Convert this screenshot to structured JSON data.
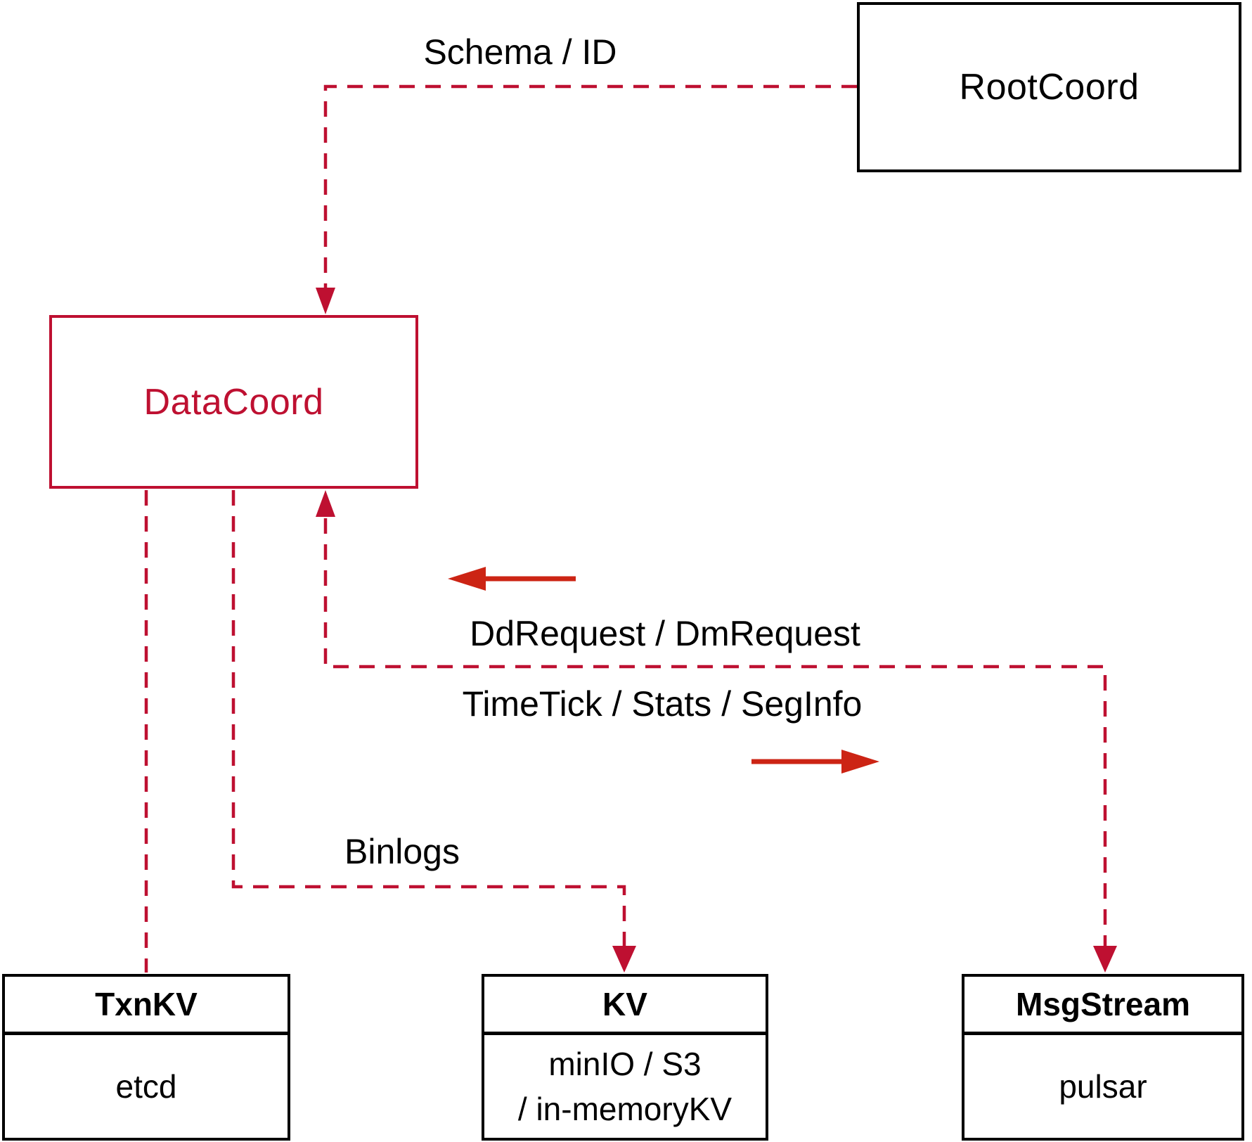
{
  "diagram": {
    "nodes": {
      "rootcoord": {
        "label": "RootCoord"
      },
      "datacoord": {
        "label": "DataCoord"
      },
      "txnkv": {
        "title": "TxnKV",
        "subtitle": "etcd"
      },
      "kv": {
        "title": "KV",
        "subtitle_line1": "minIO / S3",
        "subtitle_line2": "/ in-memoryKV"
      },
      "msgstream": {
        "title": "MsgStream",
        "subtitle": "pulsar"
      }
    },
    "edge_labels": {
      "schema_id": "Schema / ID",
      "dd_request": "DdRequest / DmRequest",
      "time_tick": "TimeTick / Stats / SegInfo",
      "binlogs": "Binlogs"
    },
    "colors": {
      "line_red": "#BE1031",
      "arrow_red": "#CC2414",
      "box_black": "#000000",
      "text_black": "#000000",
      "background": "#FFFFFF"
    }
  }
}
